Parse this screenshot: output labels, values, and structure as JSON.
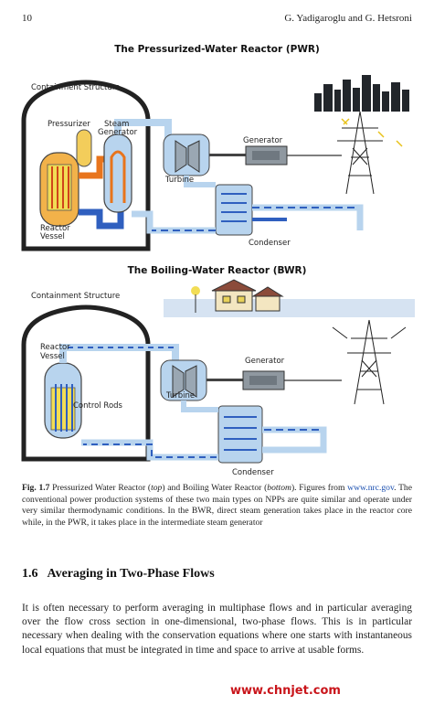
{
  "header": {
    "page_number": "10",
    "authors": "G. Yadigaroglu and G. Hetsroni"
  },
  "pwr": {
    "title": "The Pressurized-Water Reactor (PWR)",
    "labels": {
      "containment": "Containment Structure",
      "pressurizer": "Pressurizer",
      "steam_gen_1": "Steam",
      "steam_gen_2": "Generator",
      "reactor_vessel_1": "Reactor",
      "reactor_vessel_2": "Vessel",
      "turbine": "Turbine",
      "generator": "Generator",
      "condenser": "Condenser"
    }
  },
  "bwr": {
    "title": "The Boiling-Water Reactor (BWR)",
    "labels": {
      "containment": "Containment Structure",
      "reactor_vessel_1": "Reactor",
      "reactor_vessel_2": "Vessel",
      "control_rods": "Control Rods",
      "turbine": "Turbine",
      "generator": "Generator",
      "condenser": "Condenser"
    }
  },
  "caption": {
    "fig_label": "Fig. 1.7",
    "part1": "Pressurized Water Reactor (",
    "top": "top",
    "part2": ") and Boiling Water Reactor (",
    "bottom": "bottom",
    "part3": "). Figures from ",
    "link": "www.nrc.gov",
    "part4": ". The conventional power production systems of these two main types on NPPs are quite similar and operate under very similar thermodynamic conditions. In the BWR, direct steam generation takes place in the reactor core while, in the PWR, it takes place in the intermediate steam generator"
  },
  "section": {
    "number": "1.6",
    "title": "Averaging in Two-Phase Flows"
  },
  "body": {
    "paragraph": "It is often necessary to perform averaging in multiphase flows and in particular averaging over the flow cross section in one-dimensional, two-phase flows. This is in particular necessary when dealing with the conservation equations where one starts with instantaneous local equations that must be integrated in time and space to arrive at usable forms."
  },
  "watermark": "www.chnjet.com",
  "colors": {
    "hot_water": "#e8741c",
    "cool_water": "#2f5fbf",
    "pipe": "#b8d4ee",
    "containment": "#ffffff",
    "core_yellow": "#f2dd55"
  }
}
